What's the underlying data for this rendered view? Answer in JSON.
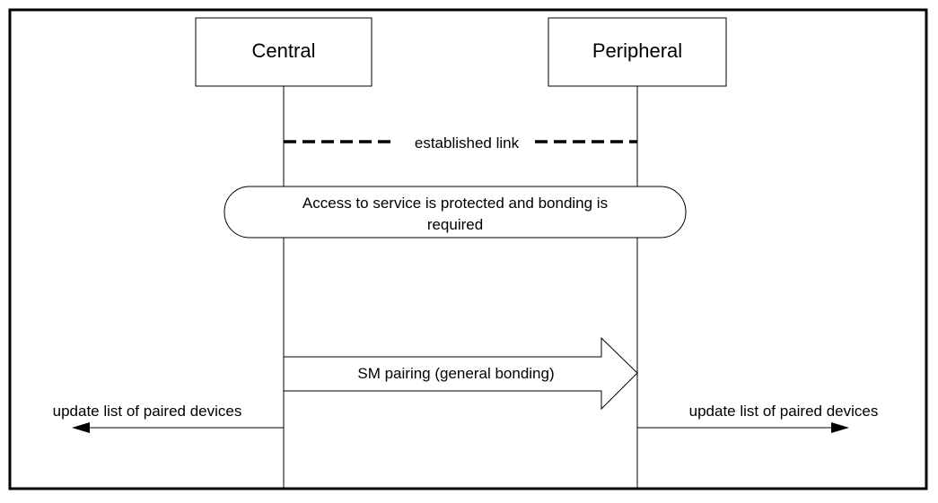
{
  "participants": {
    "central": "Central",
    "peripheral": "Peripheral"
  },
  "messages": {
    "established_link": "established link",
    "note_line1": "Access to service is protected and bonding is",
    "note_line2": "required",
    "sm_pairing": "SM pairing (general bonding)",
    "update_left": "update list of paired devices",
    "update_right": "update list of paired devices"
  },
  "colors": {
    "line": "#000000",
    "background": "#ffffff"
  }
}
